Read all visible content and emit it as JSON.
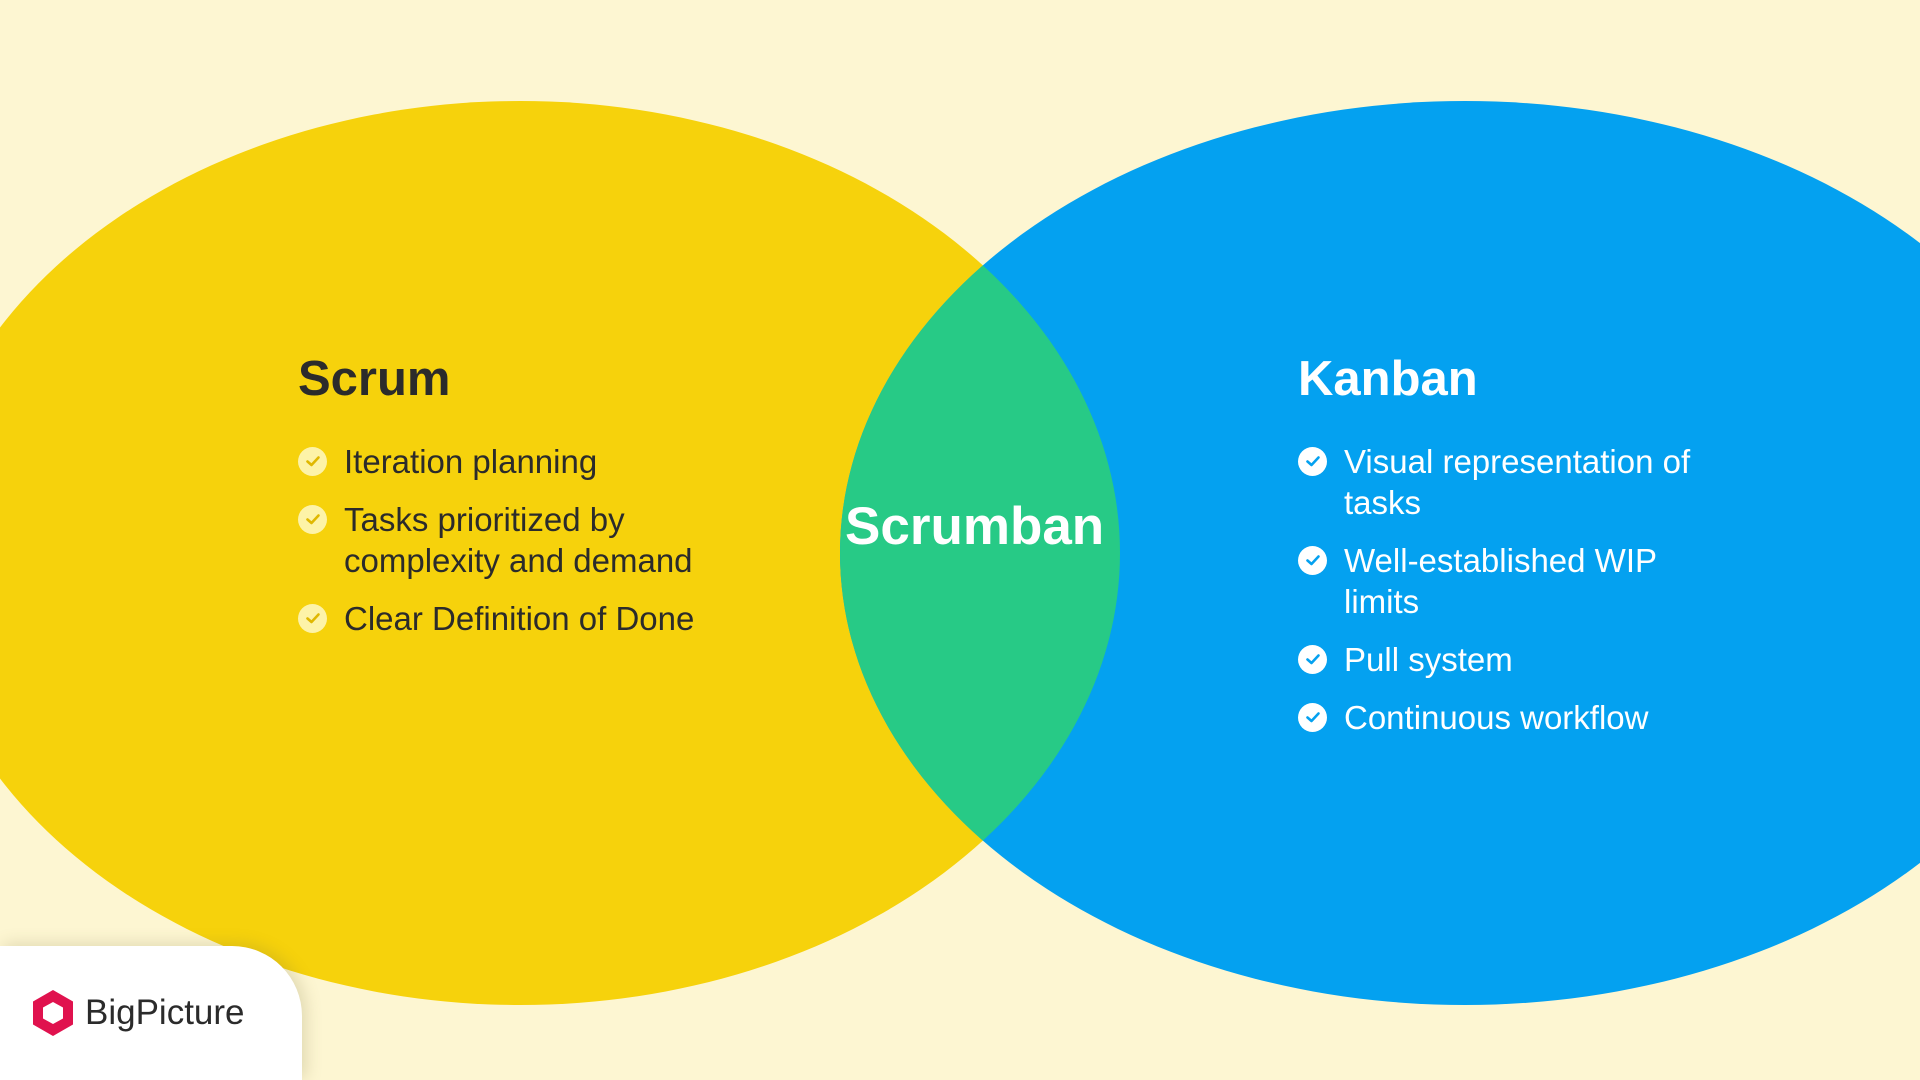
{
  "diagram": {
    "left": {
      "title": "Scrum",
      "color": "#f6d20c",
      "items": [
        "Iteration planning",
        "Tasks prioritized by complexity and demand",
        "Clear Definition of Done"
      ]
    },
    "right": {
      "title": "Kanban",
      "color": "#04a1f0",
      "items": [
        "Visual representation of tasks",
        "Well-established WIP limits",
        "Pull system",
        "Continuous workflow"
      ]
    },
    "intersection": {
      "label": "Scrumban",
      "color": "#27ca86"
    },
    "background": "#fdf6d2"
  },
  "brand": {
    "name": "BigPicture",
    "logo_color": "#e0124e",
    "logo_icon": "hexagon-icon"
  }
}
